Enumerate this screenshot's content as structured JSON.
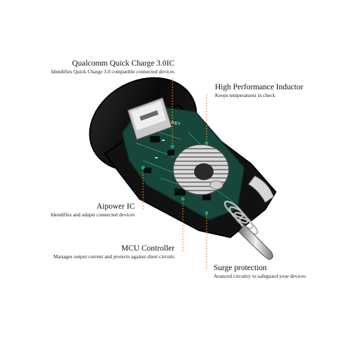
{
  "annotations": {
    "qualcomm": {
      "title": "Qualcomm Quick Charge 3.0IC",
      "desc": "Idendifies Quick Charge 3.0 compatible connected devices"
    },
    "inductor": {
      "title": "High Performance Inductor",
      "desc": "Keeps temperatures in check"
    },
    "aipower": {
      "title": "Aipower IC",
      "desc": "Idendifies and adapts connected devices"
    },
    "mcu": {
      "title": "MCU Controller",
      "desc": "Manages output current and protects against short circuits"
    },
    "surge": {
      "title": "Surge protection",
      "desc": "Avanced circuitry to safeguard your devices"
    }
  },
  "board": {
    "brand_mark": "AUKEY"
  },
  "colors": {
    "leader_line": "#e08a2a",
    "leader_dot": "#1aa37a",
    "pcb": "#17463a",
    "body": "#0d0d0d"
  }
}
